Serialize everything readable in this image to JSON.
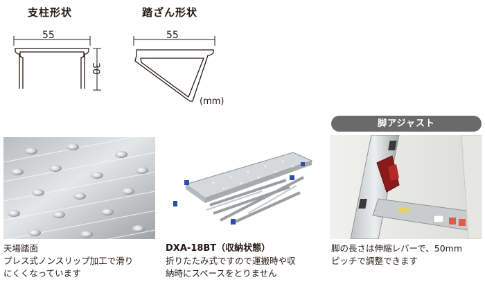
{
  "sections": {
    "pillar_title": "支柱形状",
    "step_title": "踏ざん形状",
    "pillar_width": "55",
    "pillar_height": "30",
    "step_width": "55",
    "unit": "(mm)"
  },
  "badge": "脚アジャスト",
  "captions": {
    "tread": [
      "天場踏面",
      "プレス式ノンスリップ加工で滑り",
      "にくくなっています"
    ],
    "model": {
      "name": "DXA-18BT（収納状態）",
      "lines": [
        "折りたたみ式ですので運搬時や収",
        "納時にスペースをとりません"
      ]
    },
    "adjust": [
      "脚の長さは伸縮レバーで、50mm",
      "ピッチで調整できます"
    ]
  },
  "colors": {
    "badge_bg": "#6a6a6a",
    "text": "#231815"
  }
}
